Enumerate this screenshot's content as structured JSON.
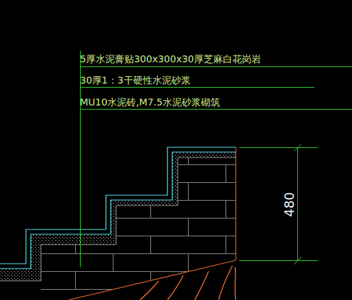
{
  "diagram": {
    "labels": [
      "5厚水泥膏贴300x300x30厚芝麻白花岗岩",
      "30厚1：3干硬性水泥砂浆",
      "MU10水泥砖,M7.5水泥砂浆砌筑",
      "480"
    ]
  }
}
